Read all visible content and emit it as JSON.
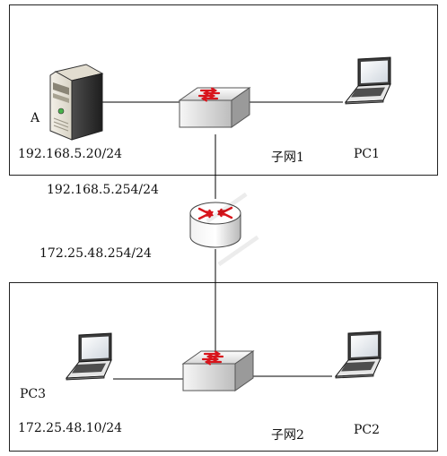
{
  "subnet1": {
    "name": "子网1"
  },
  "subnet2": {
    "name": "子网2"
  },
  "server": {
    "label": "A",
    "ip": "192.168.5.20/24"
  },
  "pc1": {
    "label": "PC1"
  },
  "pc2": {
    "label": "PC2"
  },
  "pc3": {
    "label": "PC3",
    "ip": "172.25.48.10/24"
  },
  "router": {
    "ip_upper": "192.168.5.254/24",
    "ip_lower": "172.25.48.254/24"
  },
  "colors": {
    "device_red": "#d8151c",
    "line": "#000000"
  },
  "icons": {
    "server": "server-tower-icon",
    "switch": "network-switch-icon",
    "router": "router-icon",
    "laptop": "laptop-icon"
  }
}
